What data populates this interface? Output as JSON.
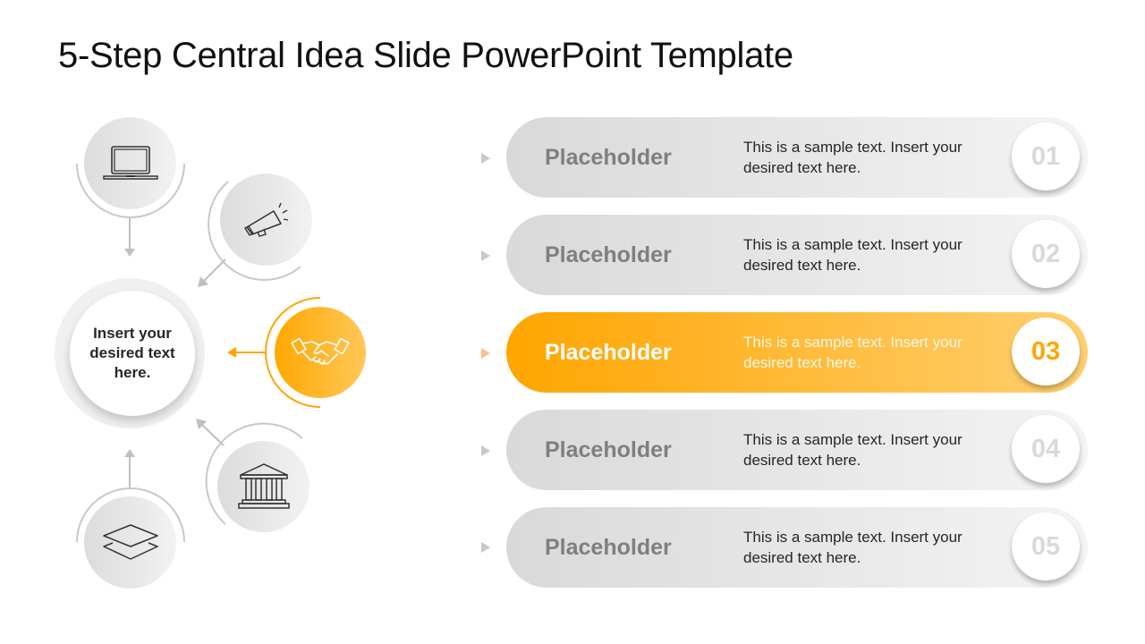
{
  "slide": {
    "title": "5-Step Central Idea Slide PowerPoint Template",
    "accent_color": "#FFA500",
    "neutral_color": "#D9D9D9"
  },
  "center": {
    "text": "Insert your desired text here."
  },
  "steps": [
    {
      "number": "01",
      "title": "Placeholder",
      "description": "This is a sample text. Insert your desired text here.",
      "icon": "laptop-icon",
      "active": false
    },
    {
      "number": "02",
      "title": "Placeholder",
      "description": "This is a sample text. Insert your desired text here.",
      "icon": "megaphone-icon",
      "active": false
    },
    {
      "number": "03",
      "title": "Placeholder",
      "description": "This is a sample text. Insert your desired text here.",
      "icon": "handshake-icon",
      "active": true
    },
    {
      "number": "04",
      "title": "Placeholder",
      "description": "This is a sample text. Insert your desired text here.",
      "icon": "bank-building-icon",
      "active": false
    },
    {
      "number": "05",
      "title": "Placeholder",
      "description": "This is a sample text. Insert your desired text here.",
      "icon": "layers-icon",
      "active": false
    }
  ]
}
